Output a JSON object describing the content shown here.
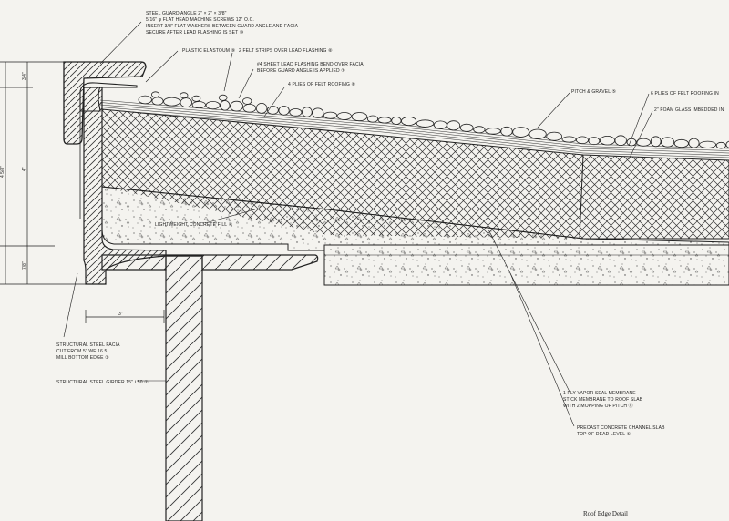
{
  "caption": "Roof Edge Detail",
  "labels": {
    "guard_angle": [
      "STEEL GUARD ANGLE 2\" × 2\" × 3/8\"",
      "5/16\" φ FLAT HEAD MACHINE SCREWS 12\" O.C.",
      "INSERT 3/8\" FLAT WASHERS BETWEEN GUARD ANGLE AND FACIA",
      "SECURE AFTER LEAD FLASHING IS SET ⑩"
    ],
    "plastic_elastom": "PLASTIC ELASTOUM ⑨",
    "felt_strips": "2 FELT STRIPS OVER LEAD FLASHING ⑧",
    "lead_flashing": [
      "#4 SHEET LEAD FLASHING BEND OVER FACIA",
      "BEFORE GUARD ANGLE IS APPLIED ⑦"
    ],
    "plies_felt_4": "4 PLIES OF FELT ROOFING ⑥",
    "pitch_gravel": "PITCH & GRAVEL ⑤",
    "plies_felt_6": "6 PLIES OF FELT ROOFING IN",
    "foam_glass": "2\" FOAM GLASS IMBEDDED IN",
    "lightweight_fill": "LIGHTWEIGHT CONCRETE FILL ④",
    "facia": [
      "STRUCTURAL STEEL FACIA",
      "CUT FROM 5\" WF 16.5",
      "MILL BOTTOM EDGE ③"
    ],
    "girder": "STRUCTURAL STEEL GIRDER 15\" Ⅰ 50 ②",
    "vapor_seal": [
      "1 PLY VAPOR SEAL MEMBRANE",
      "STICK MEMBRANE TO ROOF SLAB",
      "WITH 2 MOPPING OF PITCH ⑪"
    ],
    "precast_slab": [
      "PRECAST CONCRETE CHANNEL SLAB",
      "TOP OF DEAD LEVEL ①"
    ]
  },
  "dimensions": {
    "overall": "4 5/8\"",
    "top": "3/4\"",
    "middle": "4\"",
    "bottom": "7/8\"",
    "facia_width": "3\""
  },
  "colors": {
    "ink": "#222222",
    "paper": "#f4f3ef"
  }
}
